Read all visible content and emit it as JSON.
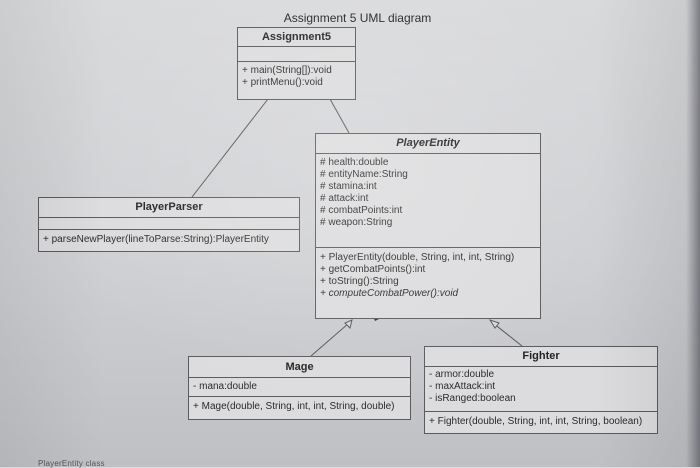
{
  "diagram_title": "Assignment 5 UML diagram",
  "classes": {
    "assignment5": {
      "name": "Assignment5",
      "attributes": [],
      "methods": [
        "+ main(String[]):void",
        "+ printMenu():void"
      ]
    },
    "player_entity": {
      "name": "PlayerEntity",
      "attributes": [
        "# health:double",
        "# entityName:String",
        "# stamina:int",
        "# attack:int",
        "# combatPoints:int",
        "# weapon:String"
      ],
      "methods": [
        "+ PlayerEntity(double, String, int, int, String)",
        "+ getCombatPoints():int",
        "+ toString():String",
        "+ computeCombatPower():void"
      ]
    },
    "player_parser": {
      "name": "PlayerParser",
      "attributes": [],
      "methods": [
        "+ parseNewPlayer(lineToParse:String):PlayerEntity"
      ]
    },
    "mage": {
      "name": "Mage",
      "attributes": [
        "- mana:double"
      ],
      "methods": [
        "+ Mage(double, String, int, int, String, double)"
      ]
    },
    "fighter": {
      "name": "Fighter",
      "attributes": [
        "- armor:double",
        "- maxAttack:int",
        "- isRanged:boolean"
      ],
      "methods": [
        "+ Fighter(double, String, int, int, String, boolean)"
      ]
    }
  },
  "footer_text": "PlayerEntity class"
}
